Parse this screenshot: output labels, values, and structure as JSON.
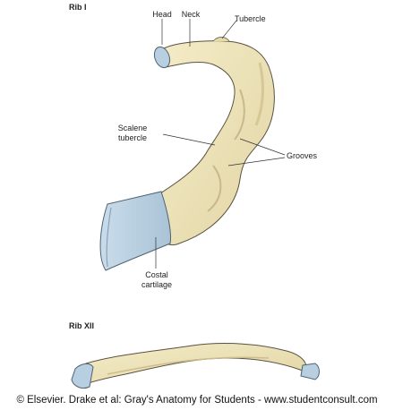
{
  "rib1": {
    "title": "Rib I",
    "labels": {
      "head": "Head",
      "neck": "Neck",
      "tubercle": "Tubercle",
      "scalene_line1": "Scalene",
      "scalene_line2": "tubercle",
      "grooves": "Grooves",
      "costal_line1": "Costal",
      "costal_line2": "cartilage"
    }
  },
  "rib12": {
    "title": "Rib XII"
  },
  "footer": {
    "text": "© Elsevier. Drake et al: Gray's Anatomy for Students - www.studentconsult.com"
  },
  "colors": {
    "bone": "#ede2b5",
    "bone_shadow": "#c9b98a",
    "bone_outline": "#5a5240",
    "cartilage": "#b7cfe0",
    "cartilage_outline": "#4e6272"
  }
}
